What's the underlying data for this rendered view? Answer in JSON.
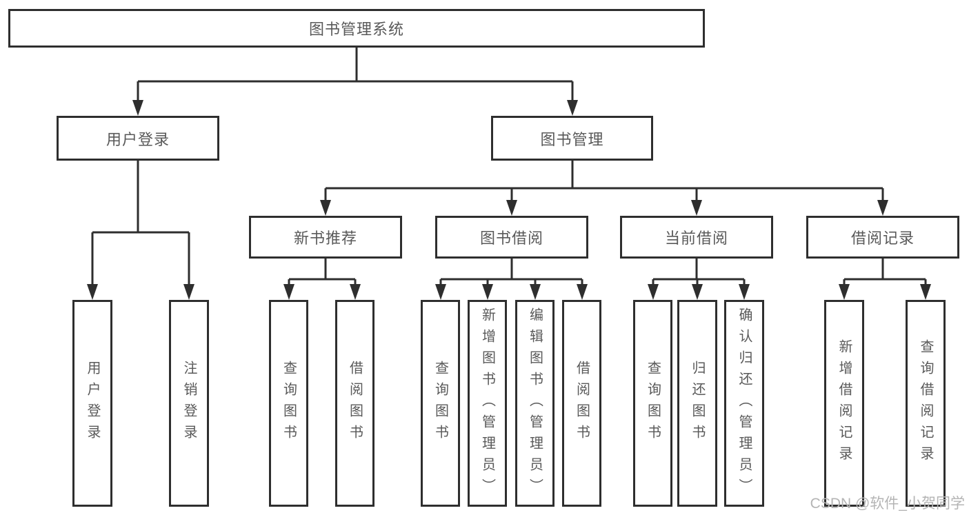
{
  "tree": {
    "label": "图书管理系统",
    "children": [
      {
        "label": "用户登录",
        "children": [
          {
            "label": "用户登录"
          },
          {
            "label": "注销登录"
          }
        ]
      },
      {
        "label": "图书管理",
        "children": [
          {
            "label": "新书推荐",
            "children": [
              {
                "label": "查询图书"
              },
              {
                "label": "借阅图书"
              }
            ]
          },
          {
            "label": "图书借阅",
            "children": [
              {
                "label": "查询图书"
              },
              {
                "label": "新增图书（管理员）"
              },
              {
                "label": "编辑图书（管理员）"
              },
              {
                "label": "借阅图书"
              }
            ]
          },
          {
            "label": "当前借阅",
            "children": [
              {
                "label": "查询图书"
              },
              {
                "label": "归还图书"
              },
              {
                "label": "确认归还（管理员）"
              }
            ]
          },
          {
            "label": "借阅记录",
            "children": [
              {
                "label": "新增借阅记录"
              },
              {
                "label": "查询借阅记录"
              }
            ]
          }
        ]
      }
    ]
  },
  "watermark": {
    "text": "CSDN @软件_小贺同学"
  },
  "colors": {
    "line": "#2e2e2e",
    "box_border": "#2e2e2e",
    "text": "#595959",
    "background": "#ffffff",
    "watermark": "#b4b4b4"
  }
}
